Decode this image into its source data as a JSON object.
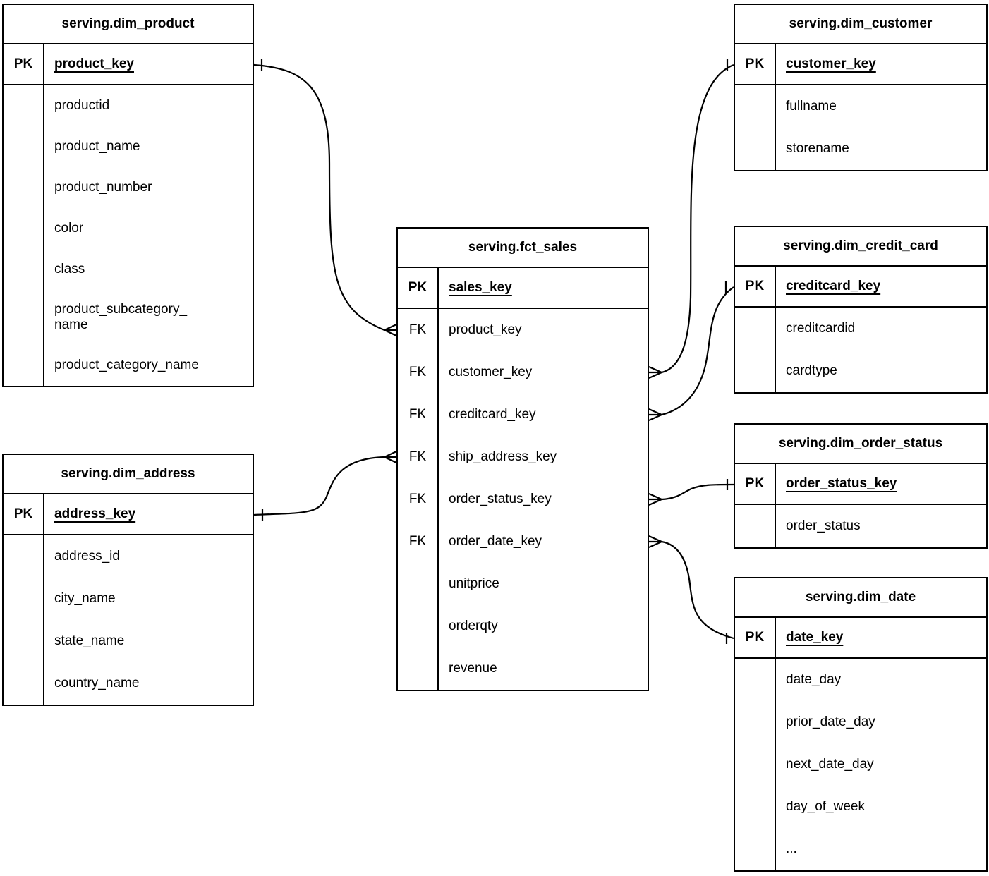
{
  "diagram": {
    "type": "entity-relationship-diagram",
    "colors": {
      "line": "#000000",
      "background": "#ffffff",
      "text": "#000000"
    },
    "tables": {
      "dim_product": {
        "title": "serving.dim_product",
        "pk": {
          "key": "PK",
          "name": "product_key"
        },
        "fields": [
          {
            "key": "",
            "name": "productid"
          },
          {
            "key": "",
            "name": "product_name"
          },
          {
            "key": "",
            "name": "product_number"
          },
          {
            "key": "",
            "name": "color"
          },
          {
            "key": "",
            "name": "class"
          },
          {
            "key": "",
            "name": "product_subcategory_\nname"
          },
          {
            "key": "",
            "name": "product_category_name"
          }
        ]
      },
      "dim_customer": {
        "title": "serving.dim_customer",
        "pk": {
          "key": "PK",
          "name": "customer_key"
        },
        "fields": [
          {
            "key": "",
            "name": "fullname"
          },
          {
            "key": "",
            "name": "storename"
          }
        ]
      },
      "fct_sales": {
        "title": "serving.fct_sales",
        "pk": {
          "key": "PK",
          "name": "sales_key"
        },
        "fields": [
          {
            "key": "FK",
            "name": "product_key"
          },
          {
            "key": "FK",
            "name": "customer_key"
          },
          {
            "key": "FK",
            "name": "creditcard_key"
          },
          {
            "key": "FK",
            "name": "ship_address_key"
          },
          {
            "key": "FK",
            "name": "order_status_key"
          },
          {
            "key": "FK",
            "name": "order_date_key"
          },
          {
            "key": "",
            "name": "unitprice"
          },
          {
            "key": "",
            "name": "orderqty"
          },
          {
            "key": "",
            "name": "revenue"
          }
        ]
      },
      "dim_credit_card": {
        "title": "serving.dim_credit_card",
        "pk": {
          "key": "PK",
          "name": "creditcard_key"
        },
        "fields": [
          {
            "key": "",
            "name": "creditcardid"
          },
          {
            "key": "",
            "name": "cardtype"
          }
        ]
      },
      "dim_order_status": {
        "title": "serving.dim_order_status",
        "pk": {
          "key": "PK",
          "name": "order_status_key"
        },
        "fields": [
          {
            "key": "",
            "name": "order_status"
          }
        ]
      },
      "dim_date": {
        "title": "serving.dim_date",
        "pk": {
          "key": "PK",
          "name": "date_key"
        },
        "fields": [
          {
            "key": "",
            "name": "date_day"
          },
          {
            "key": "",
            "name": "prior_date_day"
          },
          {
            "key": "",
            "name": "next_date_day"
          },
          {
            "key": "",
            "name": "day_of_week"
          },
          {
            "key": "",
            "name": "..."
          }
        ]
      },
      "dim_address": {
        "title": "serving.dim_address",
        "pk": {
          "key": "PK",
          "name": "address_key"
        },
        "fields": [
          {
            "key": "",
            "name": "address_id"
          },
          {
            "key": "",
            "name": "city_name"
          },
          {
            "key": "",
            "name": "state_name"
          },
          {
            "key": "",
            "name": "country_name"
          }
        ]
      }
    },
    "relationships": [
      {
        "from": "serving.fct_sales.product_key",
        "to": "serving.dim_product.product_key",
        "from_cardinality": "many",
        "to_cardinality": "one"
      },
      {
        "from": "serving.fct_sales.customer_key",
        "to": "serving.dim_customer.customer_key",
        "from_cardinality": "many",
        "to_cardinality": "one"
      },
      {
        "from": "serving.fct_sales.creditcard_key",
        "to": "serving.dim_credit_card.creditcard_key",
        "from_cardinality": "many",
        "to_cardinality": "one"
      },
      {
        "from": "serving.fct_sales.ship_address_key",
        "to": "serving.dim_address.address_key",
        "from_cardinality": "many",
        "to_cardinality": "one"
      },
      {
        "from": "serving.fct_sales.order_status_key",
        "to": "serving.dim_order_status.order_status_key",
        "from_cardinality": "many",
        "to_cardinality": "one"
      },
      {
        "from": "serving.fct_sales.order_date_key",
        "to": "serving.dim_date.date_key",
        "from_cardinality": "many",
        "to_cardinality": "one"
      }
    ]
  }
}
